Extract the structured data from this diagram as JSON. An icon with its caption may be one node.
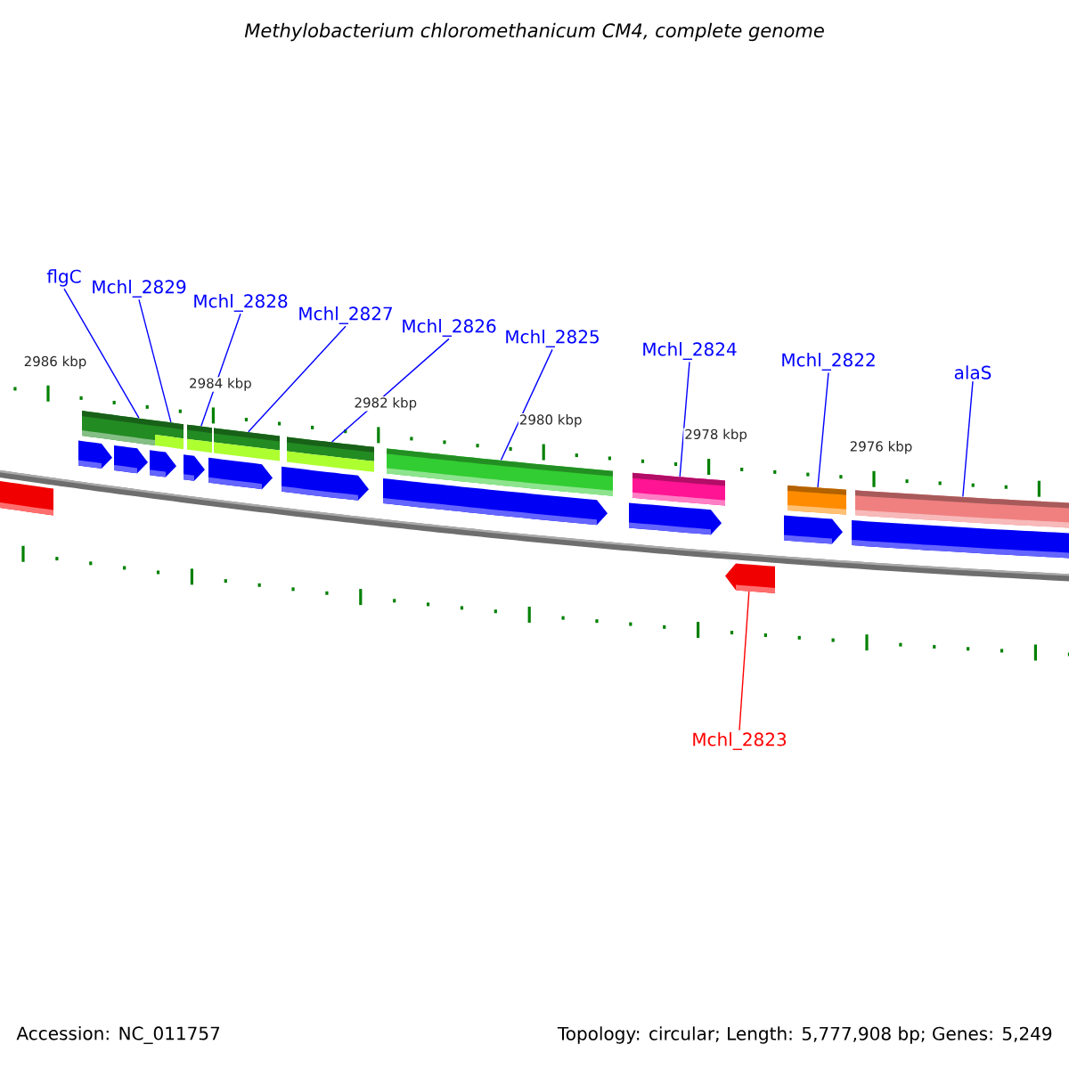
{
  "diagram": {
    "title": "Methylobacterium chloromethanicum CM4, complete genome",
    "nodes": [
      {
        "text": [
          "flgC"
        ]
      },
      {
        "text": [
          "Mchl_2829"
        ]
      },
      {
        "text": [
          "Mchl_2828"
        ]
      },
      {
        "text": [
          "Mchl_2827"
        ]
      },
      {
        "text": [
          "Mchl_2826"
        ]
      },
      {
        "text": [
          "Mchl_2825"
        ]
      },
      {
        "text": [
          "Mchl_2824"
        ]
      },
      {
        "text": [
          "Mchl_2822"
        ]
      },
      {
        "text": [
          "alaS"
        ]
      },
      {
        "text": [
          "Mchl_2823"
        ]
      },
      {
        "text": [],
        "shape": "bar"
      },
      {
        "text": [],
        "shape": "bar"
      },
      {
        "text": [],
        "shape": "bar"
      },
      {
        "text": [],
        "shape": "bar"
      },
      {
        "text": [],
        "shape": "bar"
      },
      {
        "text": [],
        "shape": "bar"
      },
      {
        "text": [],
        "shape": "bar"
      },
      {
        "text": [],
        "shape": "bar"
      },
      {
        "text": [],
        "shape": "bar"
      },
      {
        "text": [],
        "shape": "bar"
      },
      {
        "text": [],
        "shape": "arrow"
      },
      {
        "text": [],
        "shape": "arrow"
      },
      {
        "text": [],
        "shape": "arrow"
      },
      {
        "text": [],
        "shape": "arrow"
      },
      {
        "text": [],
        "shape": "arrow"
      },
      {
        "text": [],
        "shape": "arrow"
      },
      {
        "text": [],
        "shape": "arrow"
      },
      {
        "text": [],
        "shape": "arrow"
      },
      {
        "text": [],
        "shape": "arrow"
      },
      {
        "text": [],
        "shape": "arrow"
      },
      {
        "text": [],
        "shape": "arrow"
      },
      {
        "text": [],
        "shape": "arrow"
      }
    ],
    "edges": [
      {
        "from": 0,
        "to": 11,
        "arrow": "none"
      },
      {
        "from": 1,
        "to": 12,
        "arrow": "none"
      },
      {
        "from": 2,
        "to": 13,
        "arrow": "none"
      },
      {
        "from": 3,
        "to": 14,
        "arrow": "none"
      },
      {
        "from": 4,
        "to": 15,
        "arrow": "none"
      },
      {
        "from": 5,
        "to": 16,
        "arrow": "none"
      },
      {
        "from": 6,
        "to": 17,
        "arrow": "none"
      },
      {
        "from": 7,
        "to": 18,
        "arrow": "none"
      },
      {
        "from": 8,
        "to": 19,
        "arrow": "none"
      },
      {
        "from": 9,
        "to": 20,
        "arrow": "none",
        "color": "#ff0000"
      }
    ],
    "labels": [
      "2986 kbp",
      "2984 kbp",
      "2982 kbp",
      "2980 kbp",
      "2978 kbp",
      "2976 kbp",
      "Accession: NC_011757",
      "Topology: circular; Length: 5,777,908 bp; Genes: 5,249"
    ]
  }
}
